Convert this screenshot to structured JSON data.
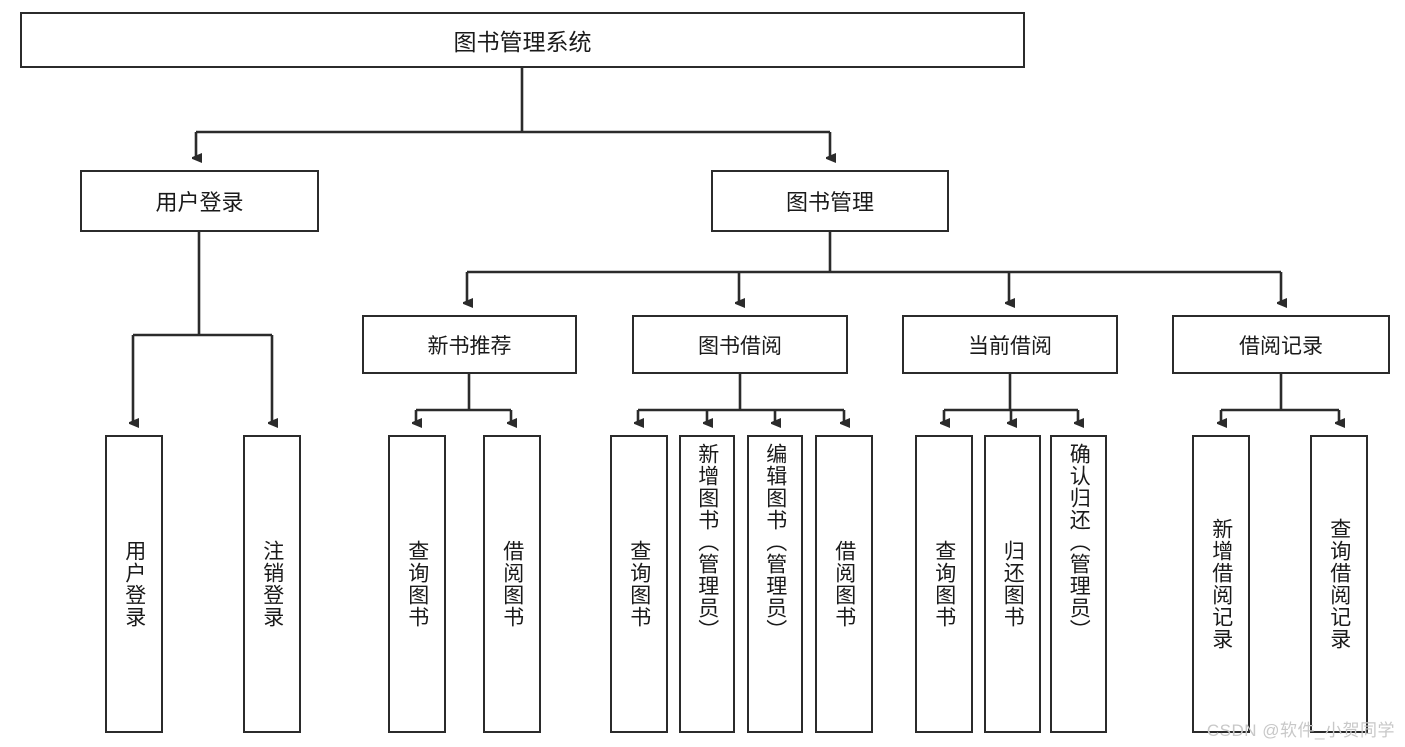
{
  "diagram": {
    "type": "tree",
    "title": "图书管理系统",
    "root": {
      "label": "图书管理系统"
    },
    "level1": [
      {
        "label": "用户登录"
      },
      {
        "label": "图书管理"
      }
    ],
    "level2": [
      {
        "label": "新书推荐"
      },
      {
        "label": "图书借阅"
      },
      {
        "label": "当前借阅"
      },
      {
        "label": "借阅记录"
      }
    ],
    "leaves": {
      "user_login": [
        {
          "label": "用户登录"
        },
        {
          "label": "注销登录"
        }
      ],
      "new_book_recommend": [
        {
          "label": "查询图书"
        },
        {
          "label": "借阅图书"
        }
      ],
      "book_borrow": [
        {
          "label": "查询图书"
        },
        {
          "label": "新增图书（管理员）"
        },
        {
          "label": "编辑图书（管理员）"
        },
        {
          "label": "借阅图书"
        }
      ],
      "current_borrow": [
        {
          "label": "查询图书"
        },
        {
          "label": "归还图书"
        },
        {
          "label": "确认归还（管理员）"
        }
      ],
      "borrow_record": [
        {
          "label": "新增借阅记录"
        },
        {
          "label": "查询借阅记录"
        }
      ]
    }
  },
  "watermark": {
    "text": "CSDN @软件_小贺同学"
  },
  "colors": {
    "stroke": "#2b2b2b",
    "background": "#ffffff",
    "text": "#1a1a1a",
    "watermark": "#c8c8c8"
  }
}
